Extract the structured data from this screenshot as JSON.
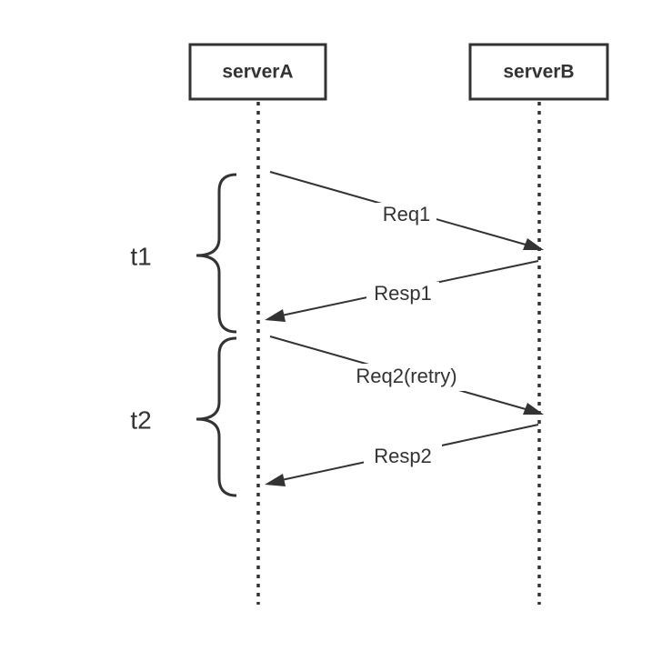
{
  "participants": {
    "server_a": "serverA",
    "server_b": "serverB"
  },
  "messages": [
    {
      "label": "Req1",
      "from": "serverA",
      "to": "serverB"
    },
    {
      "label": "Resp1",
      "from": "serverB",
      "to": "serverA"
    },
    {
      "label": "Req2(retry)",
      "from": "serverA",
      "to": "serverB"
    },
    {
      "label": "Resp2",
      "from": "serverB",
      "to": "serverA"
    }
  ],
  "intervals": [
    {
      "label": "t1"
    },
    {
      "label": "t2"
    }
  ],
  "colors": {
    "stroke": "#333333",
    "background": "#ffffff"
  }
}
